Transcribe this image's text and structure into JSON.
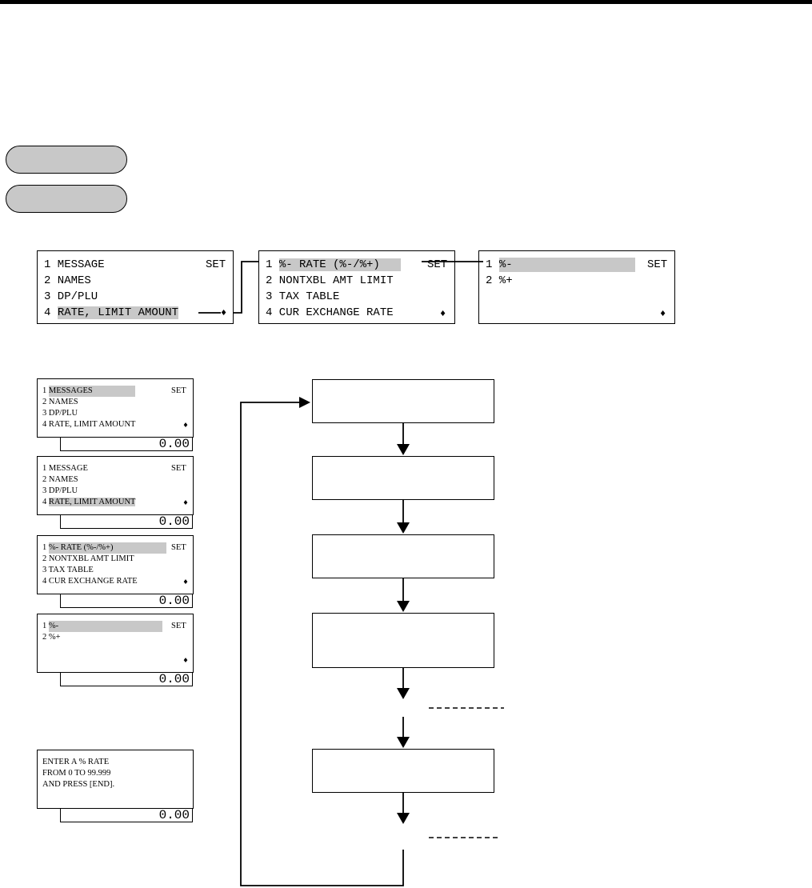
{
  "pills": [
    "",
    ""
  ],
  "top_screens": [
    {
      "lines": [
        "1 MESSAGE",
        "2 NAMES",
        "3 DP/PLU",
        "4 RATE, LIMIT AMOUNT"
      ],
      "set": "SET",
      "arrow": "♦"
    },
    {
      "lines": [
        "2 NONTXBL AMT LIMIT",
        "3 TAX TABLE",
        "4 CUR EXCHANGE RATE"
      ],
      "first_num": "1 ",
      "first_text": "%- RATE (%-/%+)",
      "set": "SET",
      "arrow": "♦"
    },
    {
      "first_num": "1 ",
      "first_text": "%-",
      "line2": "2 %+",
      "set": "SET",
      "arrow": "♦"
    }
  ],
  "side_screens": [
    {
      "first_num": "1 ",
      "first_text": "MESSAGES",
      "lines": [
        "2 NAMES",
        "3 DP/PLU",
        "4 RATE, LIMIT AMOUNT"
      ],
      "set": "SET",
      "arrow": "♦",
      "amount": "0.00"
    },
    {
      "lines": [
        "1 MESSAGE",
        "2 NAMES",
        "3 DP/PLU"
      ],
      "last_num": "4 ",
      "last_text": "RATE, LIMIT AMOUNT",
      "set": "SET",
      "arrow": "♦",
      "amount": "0.00"
    },
    {
      "first_num": "1 ",
      "first_text": "%- RATE (%-/%+)",
      "lines": [
        "2 NONTXBL AMT LIMIT",
        "3 TAX TABLE",
        "4 CUR EXCHANGE RATE"
      ],
      "set": "SET",
      "arrow": "♦",
      "amount": "0.00"
    },
    {
      "first_num": "1 ",
      "first_text": "%-",
      "lines": [
        "2 %+"
      ],
      "set": "SET",
      "arrow": "♦",
      "amount": "0.00"
    },
    {
      "lines": [
        "ENTER A % RATE",
        "FROM 0 TO 99.999",
        "AND PRESS [END]."
      ],
      "amount": "0.00"
    }
  ]
}
